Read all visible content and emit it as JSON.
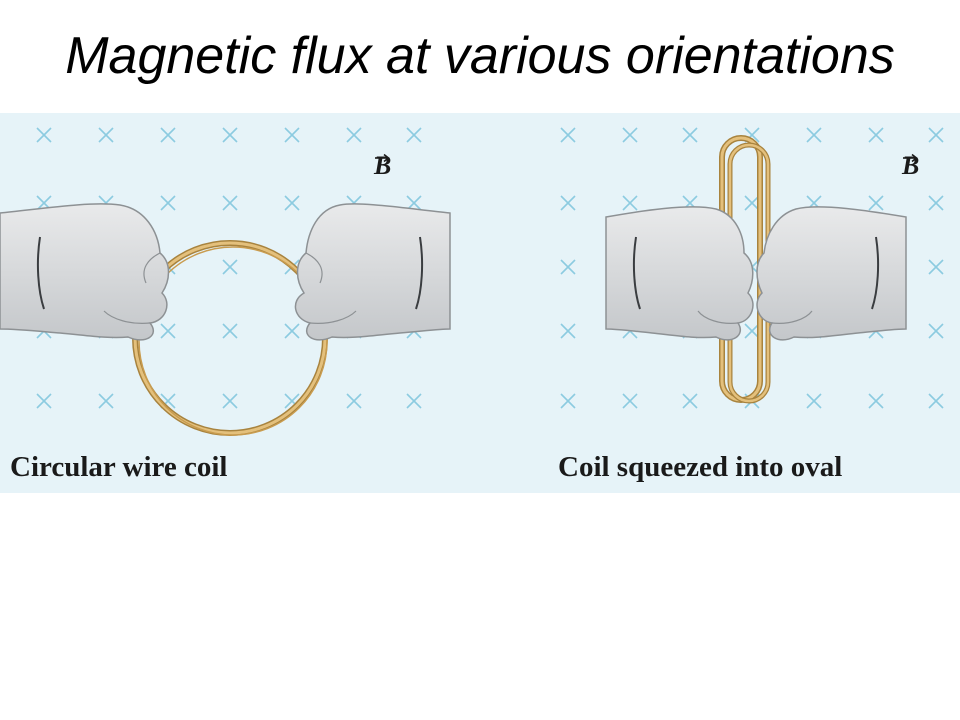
{
  "slide": {
    "title": "Magnetic flux at various orientations"
  },
  "figure": {
    "colors": {
      "background": "#e6f3f8",
      "field_marker": "#8ccbe0",
      "coil": "#d7b169",
      "coil_edge": "#a8833e",
      "hand": "#d4d6d8"
    },
    "field_symbol": "x-marker-into-page",
    "panels": [
      {
        "caption": "Circular wire coil",
        "field_label": "B"
      },
      {
        "caption": "Coil squeezed into oval",
        "field_label": "B"
      }
    ]
  }
}
